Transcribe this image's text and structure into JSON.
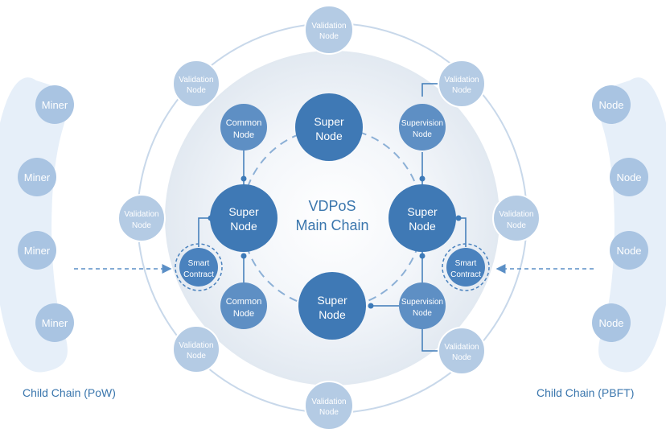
{
  "center": {
    "line1": "VDPoS",
    "line2": "Main Chain"
  },
  "super_nodes": [
    {
      "line1": "Super",
      "line2": "Node"
    },
    {
      "line1": "Super",
      "line2": "Node"
    },
    {
      "line1": "Super",
      "line2": "Node"
    },
    {
      "line1": "Super",
      "line2": "Node"
    }
  ],
  "common_nodes": [
    {
      "line1": "Common",
      "line2": "Node"
    },
    {
      "line1": "Common",
      "line2": "Node"
    }
  ],
  "supervision_nodes": [
    {
      "line1": "Supervision",
      "line2": "Node"
    },
    {
      "line1": "Supervision",
      "line2": "Node"
    }
  ],
  "smart_contracts": [
    {
      "line1": "Smart",
      "line2": "Contract"
    },
    {
      "line1": "Smart",
      "line2": "Contract"
    }
  ],
  "validation_nodes": [
    {
      "line1": "Validation",
      "line2": "Node"
    },
    {
      "line1": "Validation",
      "line2": "Node"
    },
    {
      "line1": "Validation",
      "line2": "Node"
    },
    {
      "line1": "Validation",
      "line2": "Node"
    },
    {
      "line1": "Validation",
      "line2": "Node"
    },
    {
      "line1": "Validation",
      "line2": "Node"
    },
    {
      "line1": "Validation",
      "line2": "Node"
    },
    {
      "line1": "Validation",
      "line2": "Node"
    }
  ],
  "left_chain": {
    "label": "Child Chain (PoW)",
    "nodes": [
      "Miner",
      "Miner",
      "Miner",
      "Miner"
    ]
  },
  "right_chain": {
    "label": "Child Chain (PBFT)",
    "nodes": [
      "Node",
      "Node",
      "Node",
      "Node"
    ]
  },
  "colors": {
    "super": "#3f79b5",
    "common": "#5e8fc4",
    "contract": "#4a82be",
    "validation": "#b4cbe4",
    "child_node": "#a9c4e2",
    "child_band": "#e6eff9",
    "line": "#3d7ab8",
    "ring": "#c8d8ea",
    "label": "#3a76ad"
  }
}
